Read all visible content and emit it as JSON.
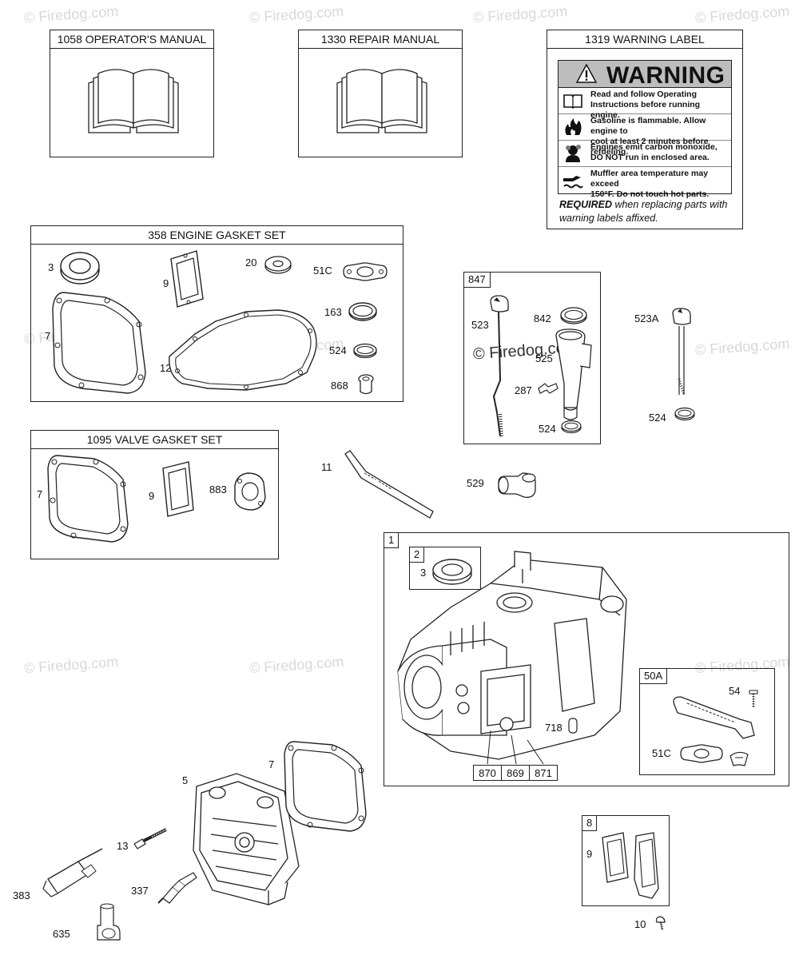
{
  "watermark": "© Firedog.com",
  "manuals": [
    {
      "title": "1058 OPERATOR'S MANUAL"
    },
    {
      "title": "1330 REPAIR MANUAL"
    }
  ],
  "warning_label": {
    "title": "1319 WARNING LABEL",
    "heading": "WARNING",
    "rows": [
      {
        "icon": "book-icon",
        "text_1": "Read and follow Operating",
        "text_2": "Instructions before running engine."
      },
      {
        "icon": "flame-icon",
        "text_1": "Gasoline is flammable. Allow engine to",
        "text_2": "cool at least 2 minutes before refueling."
      },
      {
        "icon": "fumes-icon",
        "text_1": "Engines emit carbon monoxide,",
        "text_2": "DO NOT run in enclosed area."
      },
      {
        "icon": "hot-surface-icon",
        "text_1": "Muffler area temperature may exceed",
        "text_2": "150°F.  Do not touch hot parts."
      }
    ],
    "required_bold": "REQUIRED",
    "required_rest": " when replacing parts with warning labels affixed."
  },
  "engine_gasket_set": {
    "title": "358 ENGINE GASKET SET",
    "labels": {
      "p3": "3",
      "p9": "9",
      "p20": "20",
      "p51c": "51C",
      "p7": "7",
      "p163": "163",
      "p12": "12",
      "p524": "524",
      "p868": "868"
    }
  },
  "valve_gasket_set": {
    "title": "1095 VALVE GASKET SET",
    "labels": {
      "p7": "7",
      "p9": "9",
      "p883": "883"
    }
  },
  "dipstick_kit": {
    "tag": "847",
    "labels": {
      "p523": "523",
      "p842": "842",
      "p525": "525",
      "p287": "287",
      "p524": "524"
    }
  },
  "loose_parts": {
    "p523a": "523A",
    "p524": "524",
    "p11": "11",
    "p529": "529",
    "p5": "5",
    "p7": "7",
    "p13": "13",
    "p383": "383",
    "p337": "337",
    "p635": "635",
    "p10": "10"
  },
  "cylinder_assembly": {
    "tag": "1",
    "sub_tag": "2",
    "sub_label": "3",
    "p718": "718",
    "part_boxes": [
      "870",
      "869",
      "871"
    ],
    "breather_tag": "50A",
    "breather_labels": {
      "p54": "54",
      "p51c": "51C"
    }
  },
  "gasket_kit_8": {
    "tag": "8",
    "p9": "9"
  }
}
